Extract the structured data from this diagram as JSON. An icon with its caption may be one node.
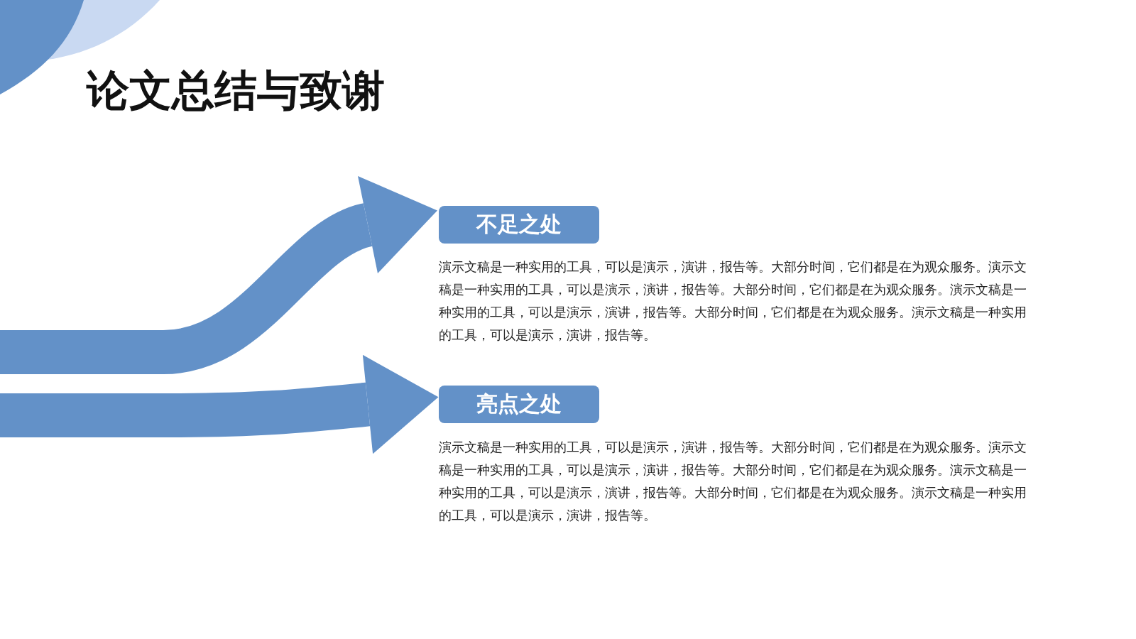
{
  "diagram": {
    "title": "论文总结与致谢",
    "nodes": [
      {
        "text": [
          "不足之处"
        ],
        "beside": [
          "演示文稿是一种实用的工具，可以是演示，演讲，报告等。大部分时间，它们都是在为观众服务。演示文稿是一种实用的工具，可以是演示，演讲，报告等。大部分时间，它们都是在为观众服务。演示文稿是一种实用的工具，可以是演示，演讲，报告等。大部分时间，它们都是在为观众服务。演示文稿是一种实用的工具，可以是演示，演讲，报告等。"
        ]
      },
      {
        "text": [
          "亮点之处"
        ],
        "beside": [
          "演示文稿是一种实用的工具，可以是演示，演讲，报告等。大部分时间，它们都是在为观众服务。演示文稿是一种实用的工具，可以是演示，演讲，报告等。大部分时间，它们都是在为观众服务。演示文稿是一种实用的工具，可以是演示，演讲，报告等。大部分时间，它们都是在为观众服务。演示文稿是一种实用的工具，可以是演示，演讲，报告等。"
        ]
      }
    ],
    "edges": [
      {
        "from": null,
        "to": 0,
        "arrow": "to"
      },
      {
        "from": null,
        "to": 1,
        "arrow": "to"
      }
    ]
  }
}
